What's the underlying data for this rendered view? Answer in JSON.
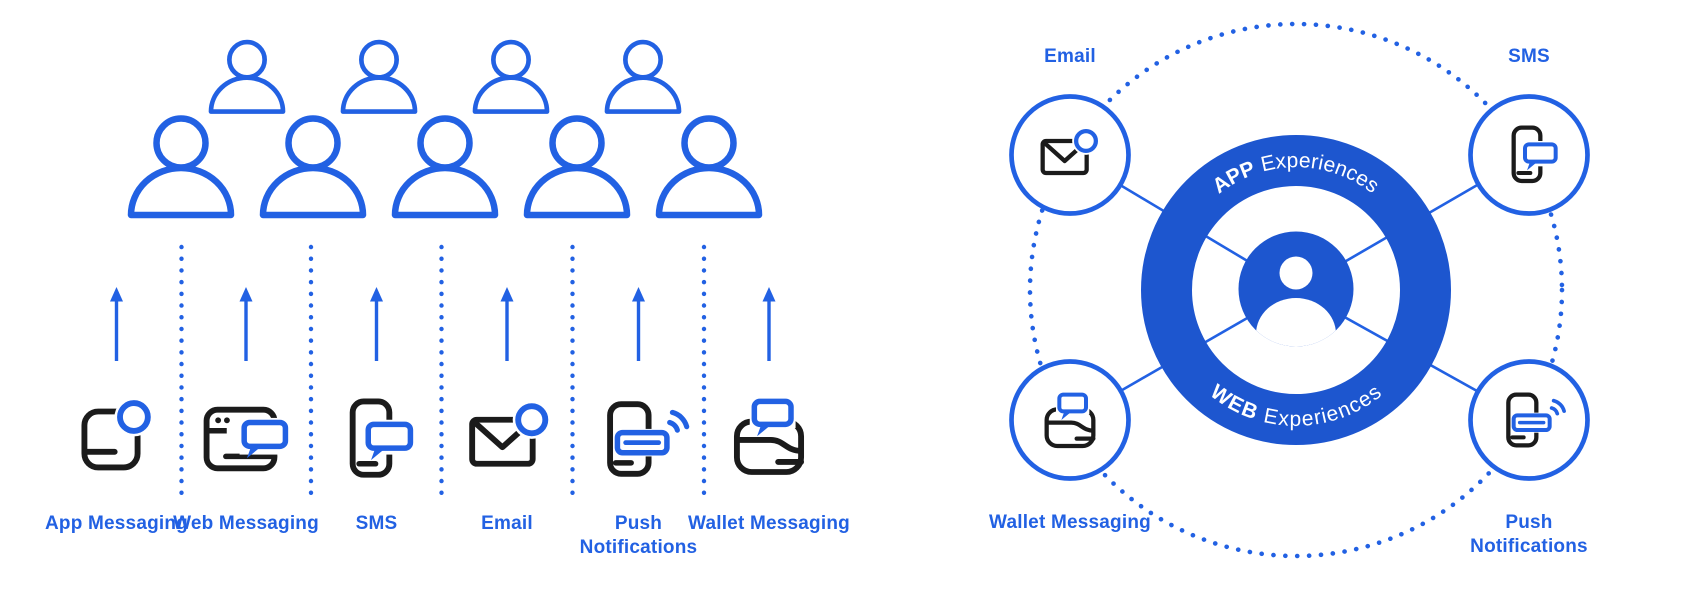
{
  "colors": {
    "accent_blue": "#2261e3",
    "deep_blue": "#1d56cf",
    "icon_black": "#1b1b1b",
    "background": "#ffffff"
  },
  "left_diagram": {
    "audience": {
      "back_row_people": 4,
      "front_row_people": 5,
      "person_icon": "person-icon"
    },
    "channels": [
      {
        "label": "App Messaging",
        "icon": "app-messaging-icon"
      },
      {
        "label": "Web Messaging",
        "icon": "web-messaging-icon"
      },
      {
        "label": "SMS",
        "icon": "sms-icon"
      },
      {
        "label": "Email",
        "icon": "email-icon"
      },
      {
        "label": "Push Notifications",
        "icon": "push-notifications-icon"
      },
      {
        "label": "Wallet Messaging",
        "icon": "wallet-messaging-icon"
      }
    ]
  },
  "right_diagram": {
    "ring": {
      "top_bold": "APP",
      "top_text": "Experiences",
      "bottom_bold": "WEB",
      "bottom_text": "Experiences",
      "center_icon": "person-icon"
    },
    "nodes": [
      {
        "label": "Email",
        "icon": "email-icon",
        "position": "top-left"
      },
      {
        "label": "SMS",
        "icon": "sms-icon",
        "position": "top-right"
      },
      {
        "label": "Wallet Messaging",
        "icon": "wallet-messaging-icon",
        "position": "bottom-left"
      },
      {
        "label": "Push Notifications",
        "icon": "push-notifications-icon",
        "position": "bottom-right"
      }
    ]
  }
}
